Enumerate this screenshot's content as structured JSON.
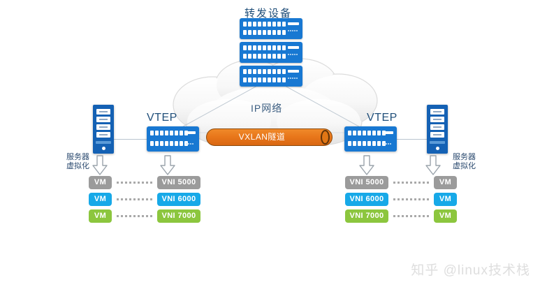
{
  "diagram": {
    "core": {
      "label": "转发设备",
      "device_icon": "switch-stack-icon",
      "unit_count": 3
    },
    "cloud": {
      "label": "IP网络",
      "icon": "cloud-icon"
    },
    "tunnel": {
      "label": "VXLAN隧道",
      "color": "#e8761a",
      "border_color": "#8c4a0c"
    },
    "left": {
      "vtep_label": "VTEP",
      "server_label_line1": "服务器",
      "server_label_line2": "虚拟化",
      "server_icon": "server-tower-icon",
      "switch_icon": "vtep-switch-icon",
      "arrow_icon": "down-arrow-icon",
      "rows": [
        {
          "vm": "VM",
          "vni": "VNI 5000",
          "color": "#9b9b9b",
          "class": "c-gray"
        },
        {
          "vm": "VM",
          "vni": "VNI 6000",
          "color": "#17a9e8",
          "class": "c-blue"
        },
        {
          "vm": "VM",
          "vni": "VNI 7000",
          "color": "#8cc63e",
          "class": "c-green"
        }
      ]
    },
    "right": {
      "vtep_label": "VTEP",
      "server_label_line1": "服务器",
      "server_label_line2": "虚拟化",
      "server_icon": "server-tower-icon",
      "switch_icon": "vtep-switch-icon",
      "arrow_icon": "down-arrow-icon",
      "rows": [
        {
          "vni": "VNI 5000",
          "vm": "VM",
          "color": "#9b9b9b",
          "class": "c-gray"
        },
        {
          "vni": "VNI 6000",
          "vm": "VM",
          "color": "#17a9e8",
          "class": "c-blue"
        },
        {
          "vni": "VNI 7000",
          "vm": "VM",
          "color": "#8cc63e",
          "class": "c-green"
        }
      ]
    },
    "watermark": "知乎 @linux技术栈"
  }
}
